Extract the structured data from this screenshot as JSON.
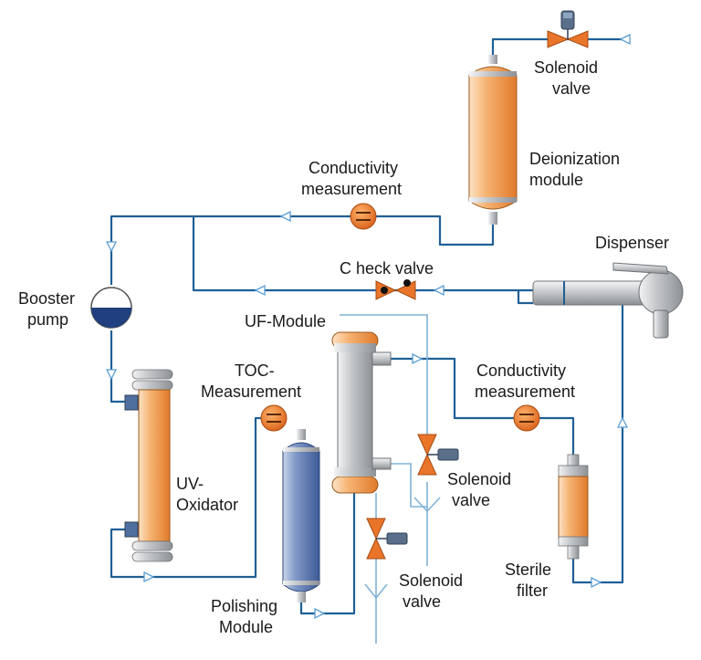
{
  "labels": {
    "solenoid_top_1": "Solenoid",
    "solenoid_top_2": "valve",
    "deionization_1": "Deionization",
    "deionization_2": "module",
    "conductivity_top_1": "Conductivity",
    "conductivity_top_2": "measurement",
    "dispenser": "Dispenser",
    "check_valve": "C heck valve",
    "booster_1": "Booster",
    "booster_2": "pump",
    "uf_module": "UF-Module",
    "toc_1": "TOC-",
    "toc_2": "Measurement",
    "conductivity_right_1": "Conductivity",
    "conductivity_right_2": "measurement",
    "uv_1": "UV-",
    "uv_2": "Oxidator",
    "solenoid_mid_1": "Solenoid",
    "solenoid_mid_2": "valve",
    "solenoid_low_1": "Solenoid",
    "solenoid_low_2": "valve",
    "sterile_1": "Sterile",
    "sterile_2": "filter",
    "polishing_1": "Polishing",
    "polishing_2": "Module"
  },
  "colors": {
    "pipe": "#1f5f96",
    "pipe_light": "#7fb3d9",
    "valve_orange": "#e8752a",
    "module_orange": "#f0a45a",
    "module_blue": "#5f7fb5",
    "metal_gray": "#b5b8bc",
    "pump_blue": "#1f3f7f"
  },
  "icons": [
    "solenoid-valve-icon",
    "check-valve-icon",
    "booster-pump-icon",
    "conductivity-sensor-icon",
    "dispenser-icon"
  ]
}
